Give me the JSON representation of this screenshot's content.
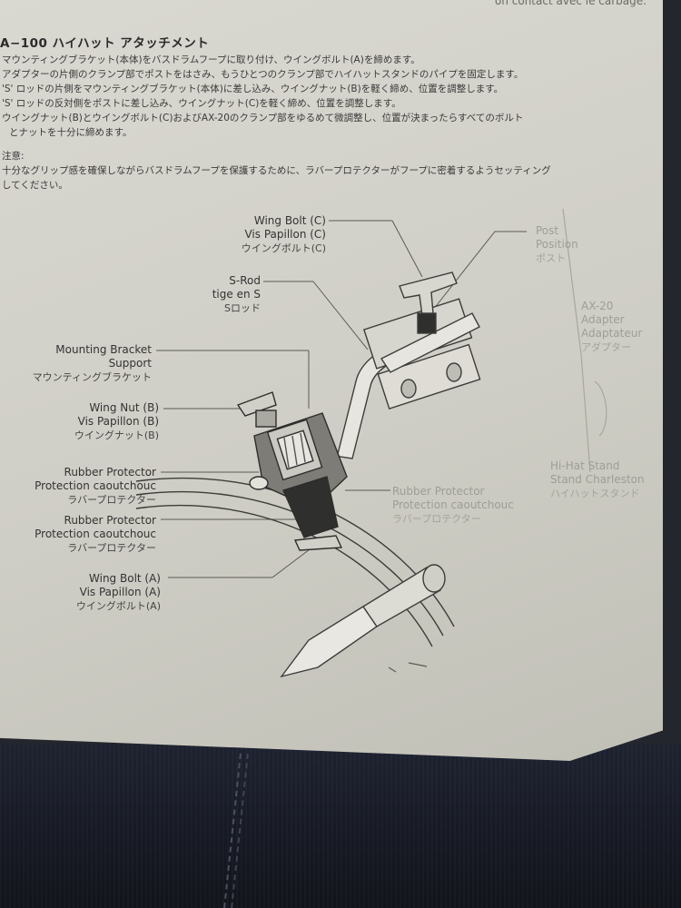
{
  "header": {
    "top_fragment": "on contact avec le carbage.",
    "title": "A−100 ハイハット アタッチメント"
  },
  "instructions": [
    "マウンティングブラケット(本体)をバスドラムフープに取り付け、ウイングボルト(A)を締めます。",
    "アダプターの片側のクランプ部でポストをはさみ、もうひとつのクランプ部でハイハットスタンドのパイプを固定します。",
    "'S' ロッドの片側をマウンティングブラケット(本体)に差し込み、ウイングナット(B)を軽く締め、位置を調整します。",
    "'S' ロッドの反対側をポストに差し込み、ウイングナット(C)を軽く締め、位置を調整します。",
    "ウイングナット(B)とウイングボルト(C)およびAX-20のクランプ部をゆるめて微調整し、位置が決まったらすべてのボルト",
    "とナットを十分に締めます。",
    "注意:",
    "十分なグリップ感を確保しながらバスドラムフープを保護するために、ラバープロテクターがフープに密着するようセッティング",
    "してください。"
  ],
  "labels": {
    "wing_bolt_c": [
      "Wing Bolt (C)",
      "Vis Papillon (C)",
      "ウイングボルト(C)"
    ],
    "s_rod": [
      "S-Rod",
      "tige en S",
      "Sロッド"
    ],
    "mounting_bracket": [
      "Mounting Bracket",
      "Support",
      "マウンティングブラケット"
    ],
    "wing_nut_b": [
      "Wing Nut (B)",
      "Vis Papillon (B)",
      "ウイングナット(B)"
    ],
    "rubber_protector_1": [
      "Rubber Protector",
      "Protection caoutchouc",
      "ラバープロテクター"
    ],
    "rubber_protector_2": [
      "Rubber Protector",
      "Protection caoutchouc",
      "ラバープロテクター"
    ],
    "wing_bolt_a": [
      "Wing Bolt (A)",
      "Vis Papillon (A)",
      "ウイングボルト(A)"
    ],
    "rubber_protector_3": [
      "Rubber Protector",
      "Protection caoutchouc",
      "ラバープロテクター"
    ],
    "post": [
      "Post",
      "Position",
      "ポスト"
    ],
    "ax20": [
      "AX-20",
      "Adapter",
      "Adaptateur",
      "アダプター"
    ],
    "hihat_stand": [
      "Hi-Hat Stand",
      "Stand Charleston",
      "ハイハットスタンド"
    ]
  }
}
